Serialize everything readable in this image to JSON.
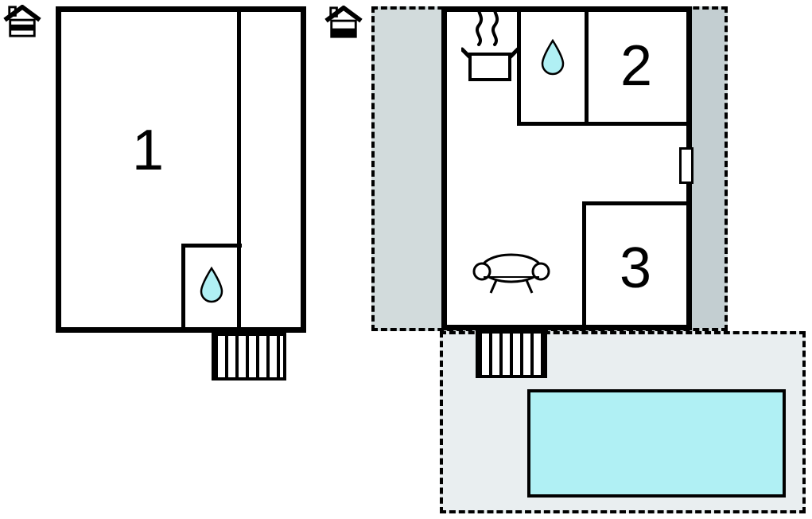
{
  "diagram_type": "vacation-house-floor-plan",
  "rooms": {
    "room1_label": "1",
    "room2_label": "2",
    "room3_label": "3"
  },
  "icons": {
    "left_floor_indicator": "house-upper-floor-icon",
    "right_floor_indicator": "house-ground-floor-icon",
    "left_bathroom": "water-drop-icon",
    "right_bathroom": "water-drop-icon",
    "kitchen": "cooking-pot-with-steam-icon",
    "living_room": "sofa-icon",
    "left_stairs": "stairs-icon",
    "right_stairs": "stairs-icon",
    "entrance": "door-opening"
  },
  "colors": {
    "wall": "#000000",
    "water": "#b0f0f4",
    "pool": "#b0f0f4",
    "terrace_upper": "#d2dbdc",
    "terrace_side_band": "#c3ced1",
    "terrace_lower": "#e9eef0"
  }
}
